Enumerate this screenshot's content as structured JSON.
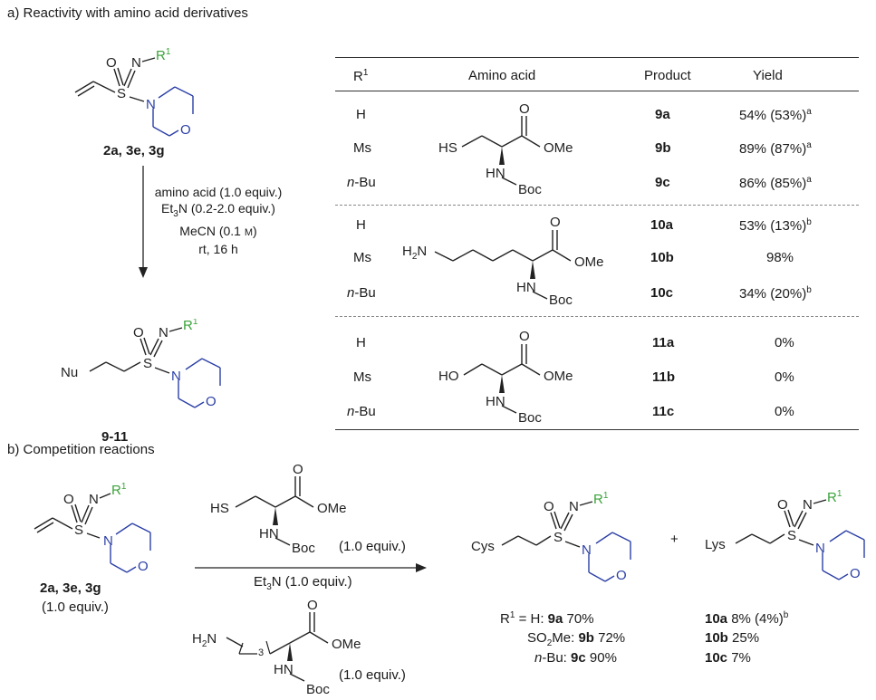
{
  "section_a": {
    "heading": "a) Reactivity with amino acid derivatives",
    "reagent_label": "2a, 3e, 3g",
    "product_label": "9-11",
    "conditions": [
      "amino acid (1.0 equiv.)",
      "Et3N (0.2-2.0 equiv.)",
      "MeCN (0.1 M)",
      "rt, 16 h"
    ],
    "struct_labels": {
      "r1": "R1",
      "o": "O",
      "n": "N",
      "s": "S",
      "nu": "Nu"
    },
    "table": {
      "headers": [
        "R1",
        "Amino acid",
        "Product",
        "Yield"
      ],
      "groups": [
        {
          "amino_acid": {
            "side": "HS",
            "ester": "OMe",
            "o": "O",
            "nh": "HN",
            "boc": "Boc"
          },
          "rows": [
            {
              "r1": "H",
              "product": "9a",
              "yield": "54% (53%)",
              "note": "a"
            },
            {
              "r1": "Ms",
              "product": "9b",
              "yield": "89% (87%)",
              "note": "a"
            },
            {
              "r1": "n-Bu",
              "product": "9c",
              "yield": "86% (85%)",
              "note": "a"
            }
          ]
        },
        {
          "amino_acid": {
            "side": "H2N",
            "ester": "OMe",
            "o": "O",
            "nh": "HN",
            "boc": "Boc"
          },
          "rows": [
            {
              "r1": "H",
              "product": "10a",
              "yield": "53% (13%)",
              "note": "b"
            },
            {
              "r1": "Ms",
              "product": "10b",
              "yield": "98%",
              "note": ""
            },
            {
              "r1": "n-Bu",
              "product": "10c",
              "yield": "34% (20%)",
              "note": "b"
            }
          ]
        },
        {
          "amino_acid": {
            "side": "HO",
            "ester": "OMe",
            "o": "O",
            "nh": "HN",
            "boc": "Boc"
          },
          "rows": [
            {
              "r1": "H",
              "product": "11a",
              "yield": "0%",
              "note": ""
            },
            {
              "r1": "Ms",
              "product": "11b",
              "yield": "0%",
              "note": ""
            },
            {
              "r1": "n-Bu",
              "product": "11c",
              "yield": "0%",
              "note": ""
            }
          ]
        }
      ]
    }
  },
  "section_b": {
    "heading": "b) Competition reactions",
    "reagent_label": "2a, 3e, 3g",
    "reagent_equiv": "(1.0 equiv.)",
    "cys_equiv": "(1.0 equiv.)",
    "lys_equiv": "(1.0 equiv.)",
    "base": "Et3N (1.0 equiv.)",
    "cys_label": "Cys",
    "lys_label": "Lys",
    "plus": "+",
    "lys_chain_sub": "3",
    "cys_results": [
      {
        "prefix": "R1 = H: ",
        "product": "9a",
        "yield": "70%"
      },
      {
        "prefix": "SO2Me: ",
        "product": "9b",
        "yield": "72%"
      },
      {
        "prefix": "n-Bu: ",
        "product": "9c",
        "yield": "90%"
      }
    ],
    "lys_results": [
      {
        "product": "10a",
        "yield": "8% (4%)",
        "note": "b"
      },
      {
        "product": "10b",
        "yield": "25%",
        "note": ""
      },
      {
        "product": "10c",
        "yield": "7%",
        "note": ""
      }
    ]
  },
  "colors": {
    "r1_green": "#3aa33a",
    "morpholine_blue": "#2b3fa6",
    "text": "#1a1a1a"
  }
}
